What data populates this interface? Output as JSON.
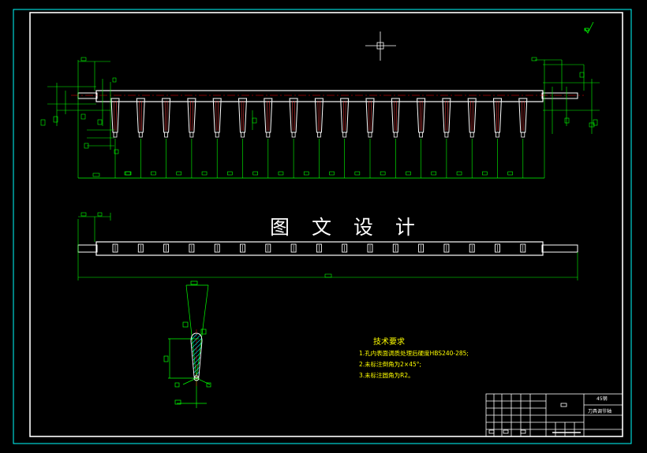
{
  "watermark": "图 文 设 计",
  "technical_requirements": {
    "title": "技术要求",
    "items": [
      "1.孔内表面调质处理后硬度HBS240-285;",
      "2.未标注倒角为2×45°;",
      "3.未标注圆角为R2。"
    ]
  },
  "title_block": {
    "part_name": "刀具调节轴",
    "material": "45钢"
  },
  "colors": {
    "background": "#000000",
    "frame": "#ffffff",
    "dimension": "#00ff00",
    "outline": "#ffffff",
    "center_line": "#ff0000",
    "hatch": "#00ffff",
    "text": "#ffff00"
  },
  "blade_count": 17
}
